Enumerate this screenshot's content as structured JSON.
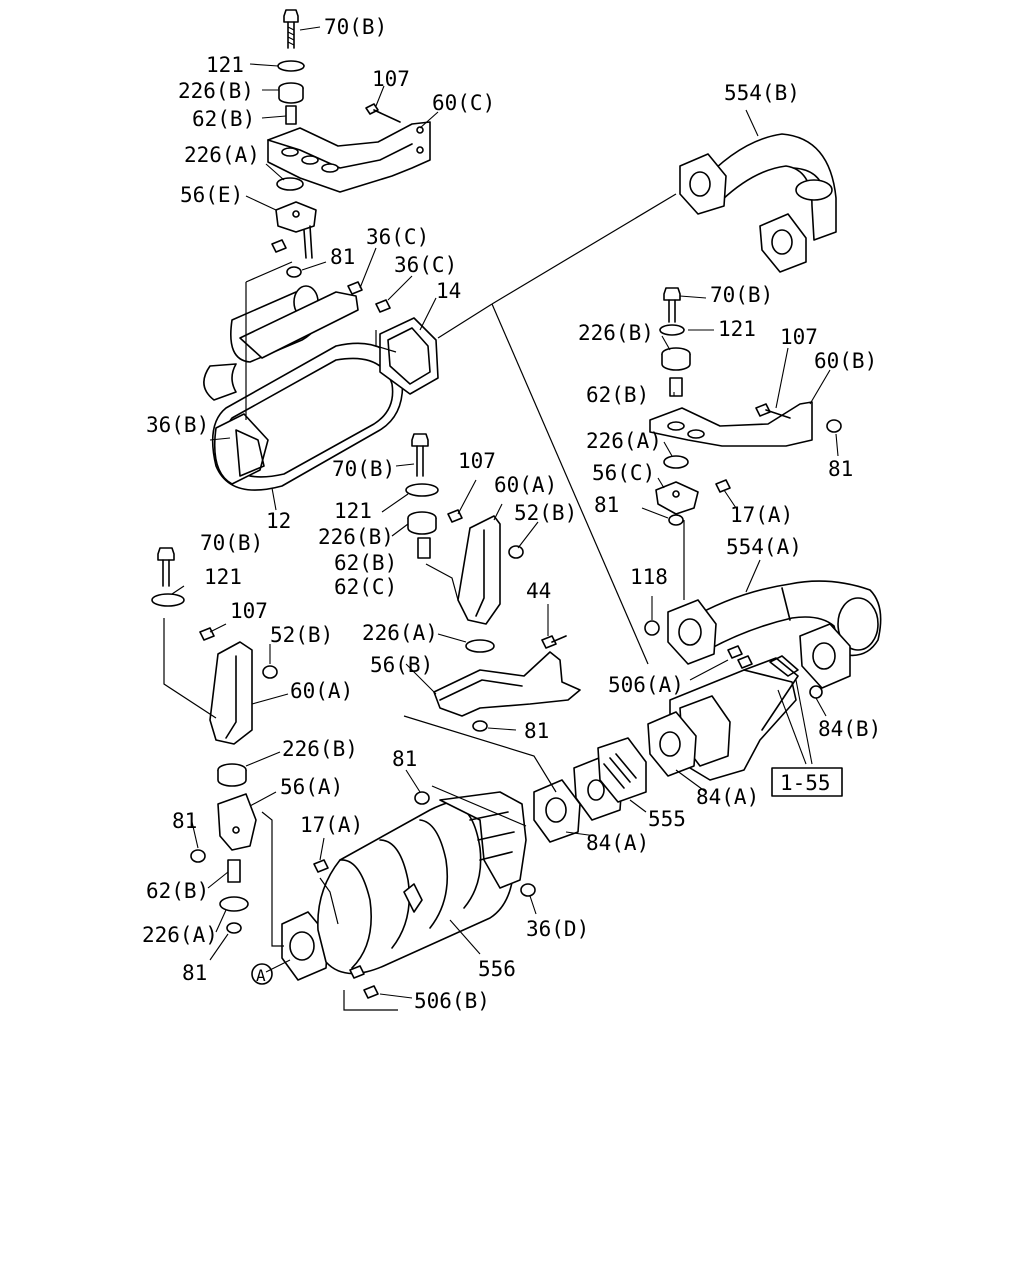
{
  "diagram": {
    "labels": [
      {
        "id": "lbl-70b-top",
        "text": "70(B)"
      },
      {
        "id": "lbl-121-top",
        "text": "121"
      },
      {
        "id": "lbl-226b-top",
        "text": "226(B)"
      },
      {
        "id": "lbl-62b-top",
        "text": "62(B)"
      },
      {
        "id": "lbl-107-top",
        "text": "107"
      },
      {
        "id": "lbl-60c",
        "text": "60(C)"
      },
      {
        "id": "lbl-226a-top",
        "text": "226(A)"
      },
      {
        "id": "lbl-56e",
        "text": "56(E)"
      },
      {
        "id": "lbl-554b",
        "text": "554(B)"
      },
      {
        "id": "lbl-36c-1",
        "text": "36(C)"
      },
      {
        "id": "lbl-36c-2",
        "text": "36(C)"
      },
      {
        "id": "lbl-81-top",
        "text": "81"
      },
      {
        "id": "lbl-14",
        "text": "14"
      },
      {
        "id": "lbl-36b",
        "text": "36(B)"
      },
      {
        "id": "lbl-12",
        "text": "12"
      },
      {
        "id": "lbl-70b-right",
        "text": "70(B)"
      },
      {
        "id": "lbl-226b-right",
        "text": "226(B)"
      },
      {
        "id": "lbl-121-right",
        "text": "121"
      },
      {
        "id": "lbl-107-right",
        "text": "107"
      },
      {
        "id": "lbl-60b",
        "text": "60(B)"
      },
      {
        "id": "lbl-62b-right",
        "text": "62(B)"
      },
      {
        "id": "lbl-226a-right",
        "text": "226(A)"
      },
      {
        "id": "lbl-56c",
        "text": "56(C)"
      },
      {
        "id": "lbl-81-right",
        "text": "81"
      },
      {
        "id": "lbl-81-rmid",
        "text": "81"
      },
      {
        "id": "lbl-17a-right",
        "text": "17(A)"
      },
      {
        "id": "lbl-554a",
        "text": "554(A)"
      },
      {
        "id": "lbl-70b-mid",
        "text": "70(B)"
      },
      {
        "id": "lbl-107-mid",
        "text": "107"
      },
      {
        "id": "lbl-60a-mid",
        "text": "60(A)"
      },
      {
        "id": "lbl-52b-mid",
        "text": "52(B)"
      },
      {
        "id": "lbl-121-mid",
        "text": "121"
      },
      {
        "id": "lbl-226b-mid",
        "text": "226(B)"
      },
      {
        "id": "lbl-62b-mid",
        "text": "62(B)"
      },
      {
        "id": "lbl-62c-mid",
        "text": "62(C)"
      },
      {
        "id": "lbl-70b-left",
        "text": "70(B)"
      },
      {
        "id": "lbl-121-left",
        "text": "121"
      },
      {
        "id": "lbl-107-left",
        "text": "107"
      },
      {
        "id": "lbl-52b-left",
        "text": "52(B)"
      },
      {
        "id": "lbl-60a-left",
        "text": "60(A)"
      },
      {
        "id": "lbl-118",
        "text": "118"
      },
      {
        "id": "lbl-44",
        "text": "44"
      },
      {
        "id": "lbl-226a-cen",
        "text": "226(A)"
      },
      {
        "id": "lbl-56b",
        "text": "56(B)"
      },
      {
        "id": "lbl-81-cen",
        "text": "81"
      },
      {
        "id": "lbl-506a",
        "text": "506(A)"
      },
      {
        "id": "lbl-84b",
        "text": "84(B)"
      },
      {
        "id": "lbl-155",
        "text": "1-55"
      },
      {
        "id": "lbl-84a-1",
        "text": "84(A)"
      },
      {
        "id": "lbl-555",
        "text": "555"
      },
      {
        "id": "lbl-84a-2",
        "text": "84(A)"
      },
      {
        "id": "lbl-226b-low",
        "text": "226(B)"
      },
      {
        "id": "lbl-56a",
        "text": "56(A)"
      },
      {
        "id": "lbl-81-low1",
        "text": "81"
      },
      {
        "id": "lbl-81-low2",
        "text": "81"
      },
      {
        "id": "lbl-17a-low",
        "text": "17(A)"
      },
      {
        "id": "lbl-62b-low",
        "text": "62(B)"
      },
      {
        "id": "lbl-226a-low",
        "text": "226(A)"
      },
      {
        "id": "lbl-81-low3",
        "text": "81"
      },
      {
        "id": "lbl-36d",
        "text": "36(D)"
      },
      {
        "id": "lbl-556",
        "text": "556"
      },
      {
        "id": "lbl-a",
        "text": "A"
      },
      {
        "id": "lbl-506b",
        "text": "506(B)"
      }
    ]
  }
}
